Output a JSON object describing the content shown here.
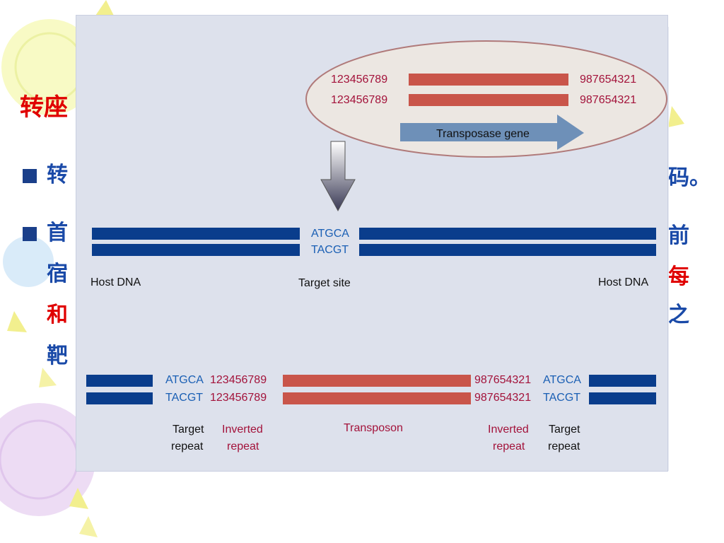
{
  "slide": {
    "title": "转座",
    "bullet1_start": "转",
    "bullet1_end": "码。",
    "bullet2_start": "首",
    "bullet2_end": "前",
    "line2_start": "宿",
    "line2_end": "每",
    "line3_start": "和",
    "line3_end": "之",
    "line4_start": "靶"
  },
  "diagram": {
    "top_left_numbers": "123456789",
    "top_right_numbers": "987654321",
    "transposase_label": "Transposase gene",
    "target_top": "ATGCA",
    "target_bottom": "TACGT",
    "host_dna_left": "Host DNA",
    "target_site": "Target site",
    "host_dna_right": "Host DNA",
    "bottom_left_top_blue": "ATGCA",
    "bottom_left_top_red": "123456789",
    "bottom_left_bot_blue": "TACGT",
    "bottom_left_bot_red": "123456789",
    "bottom_right_top_red": "987654321",
    "bottom_right_top_blue": "ATGCA",
    "bottom_right_bot_red": "987654321",
    "bottom_right_bot_blue": "TACGT",
    "target_repeat_left_1": "Target",
    "target_repeat_left_2": "repeat",
    "inverted_repeat_left_1": "Inverted",
    "inverted_repeat_left_2": "repeat",
    "transposon": "Transposon",
    "inverted_repeat_right_1": "Inverted",
    "inverted_repeat_right_2": "repeat",
    "target_repeat_right_1": "Target",
    "target_repeat_right_2": "repeat"
  },
  "colors": {
    "dna_blue": "#0a3d8c",
    "transposon_red": "#c9554a",
    "label_red": "#a3123a",
    "label_blue": "#1a5fb4",
    "arrow_blue": "#6e90b8"
  }
}
